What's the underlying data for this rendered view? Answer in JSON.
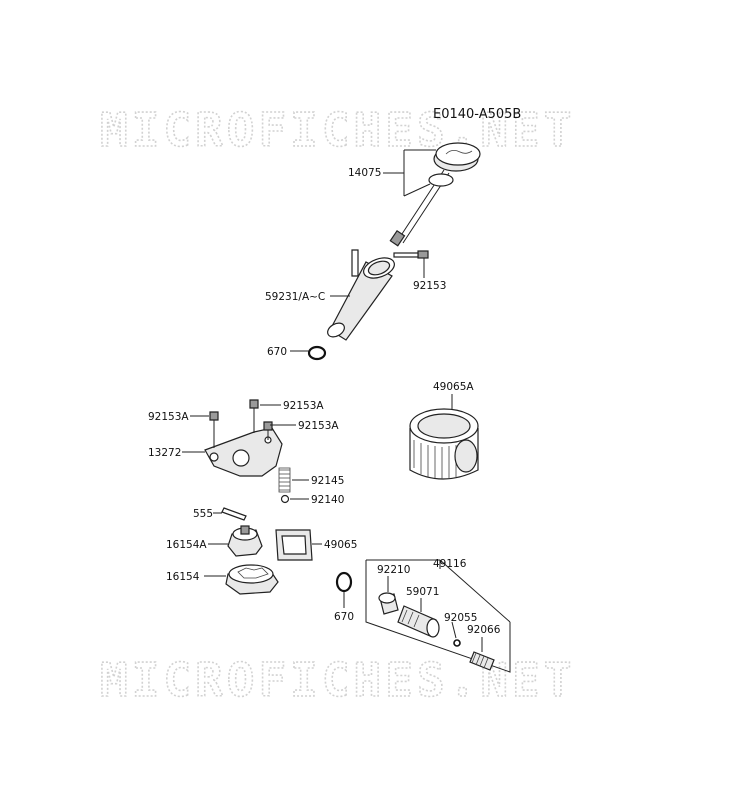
{
  "watermark_top": "MICROFICHES.NET",
  "watermark_bottom": "MICROFICHES.NET",
  "diagram_code": "E0140-A505B",
  "parts": {
    "p14075": "14075",
    "p92153": "92153",
    "p59231": "59231/A~C",
    "p670_top": "670",
    "p49065A": "49065A",
    "p92153A_left": "92153A",
    "p92153A_mid": "92153A",
    "p92153A_right": "92153A",
    "p13272": "13272",
    "p92145": "92145",
    "p92140": "92140",
    "p555": "555",
    "p16154A": "16154A",
    "p49065": "49065",
    "p16154": "16154",
    "p92210": "92210",
    "p49116": "49116",
    "p59071": "59071",
    "p92055": "92055",
    "p670_bottom": "670",
    "p92066": "92066"
  }
}
